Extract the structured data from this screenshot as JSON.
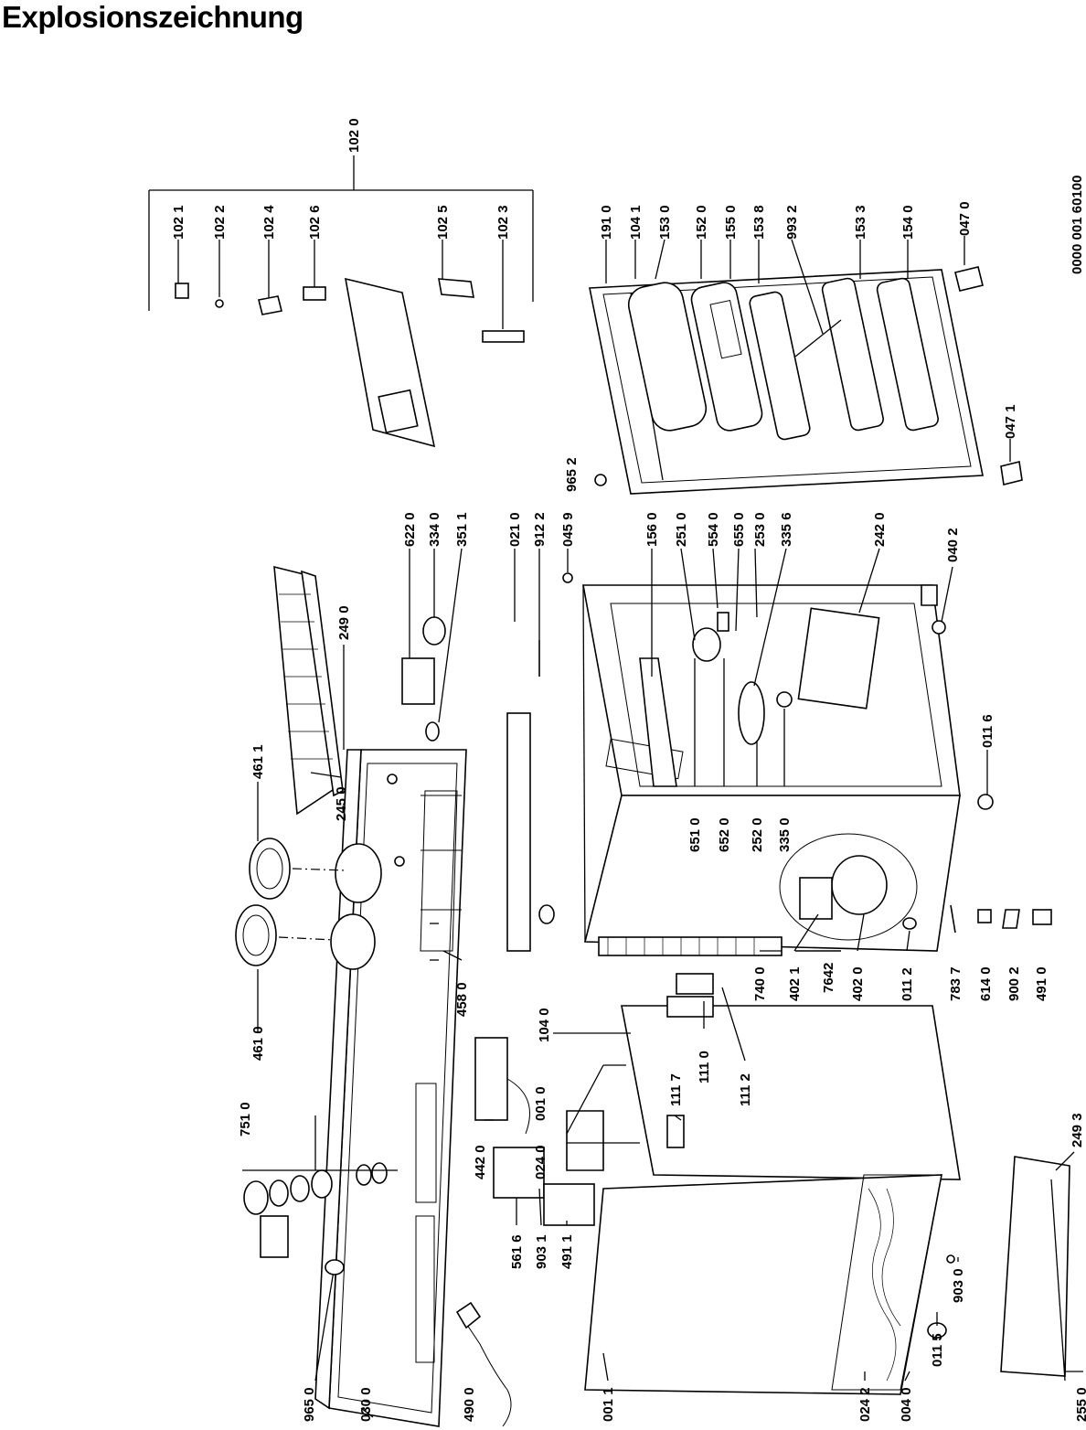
{
  "title": "Explosionszeichnung",
  "doc_number": "0000 001 60100",
  "parts": {
    "p_102_0": "102 0",
    "p_102_1": "102 1",
    "p_102_2": "102 2",
    "p_102_4": "102 4",
    "p_102_6": "102 6",
    "p_102_5": "102 5",
    "p_102_3": "102 3",
    "p_191_0": "191 0",
    "p_104_1": "104 1",
    "p_153_0": "153 0",
    "p_152_0": "152 0",
    "p_155_0": "155 0",
    "p_153_8": "153 8",
    "p_993_2": "993 2",
    "p_153_3": "153 3",
    "p_154_0": "154 0",
    "p_047_0": "047 0",
    "p_047_1": "047 1",
    "p_965_2": "965 2",
    "p_622_0": "622 0",
    "p_334_0": "334 0",
    "p_351_1": "351 1",
    "p_021_0": "021 0",
    "p_912_2": "912 2",
    "p_045_9": "045 9",
    "p_156_0": "156 0",
    "p_251_0": "251 0",
    "p_554_0": "554 0",
    "p_655_0": "655 0",
    "p_253_0": "253 0",
    "p_335_6": "335 6",
    "p_242_0": "242 0",
    "p_040_2": "040 2",
    "p_249_0": "249 0",
    "p_245_0": "245 0",
    "p_461_1": "461 1",
    "p_461_0": "461 0",
    "p_458_0": "458 0",
    "p_011_6": "011 6",
    "p_651_0": "651 0",
    "p_652_0": "652 0",
    "p_252_0": "252 0",
    "p_335_0": "335 0",
    "p_740_0": "740 0",
    "p_402_1": "402 1",
    "p_7642": "7642",
    "p_402_0": "402 0",
    "p_011_2": "011 2",
    "p_783_7": "783 7",
    "p_614_0": "614 0",
    "p_900_2": "900 2",
    "p_491_0": "491 0",
    "p_104_0": "104 0",
    "p_111_7": "111 7",
    "p_111_0": "111 0",
    "p_111_2": "111 2",
    "p_442_0": "442 0",
    "p_001_0": "001 0",
    "p_024_0": "024 0",
    "p_751_0": "751 0",
    "p_561_6": "561 6",
    "p_903_1": "903 1",
    "p_491_1": "491 1",
    "p_965_0": "965 0",
    "p_030_0": "030 0",
    "p_490_0": "490 0",
    "p_001_1": "001 1",
    "p_024_2": "024 2",
    "p_004_0": "004 0",
    "p_903_0": "903 0",
    "p_011_5": "011 5",
    "p_255_0": "255 0",
    "p_249_3": "249 3"
  }
}
